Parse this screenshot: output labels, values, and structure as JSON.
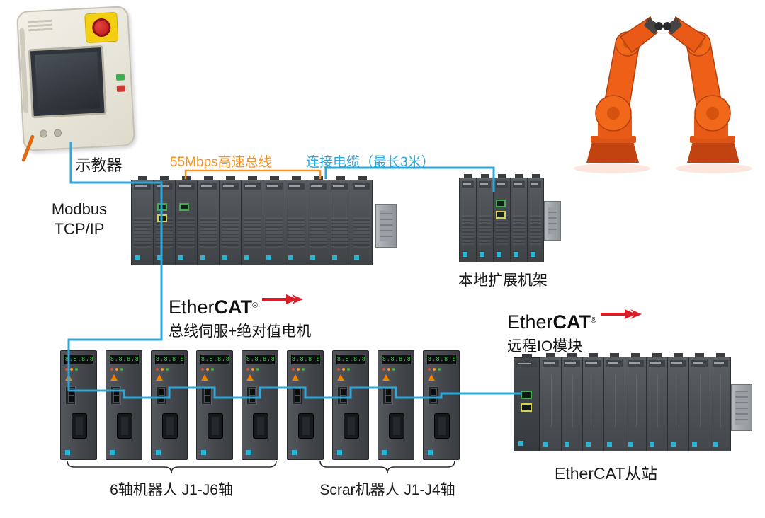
{
  "labels": {
    "teach_pendant": "示教器",
    "modbus_line1": "Modbus",
    "modbus_line2": "TCP/IP",
    "bus_speed": "55Mbps高速总线",
    "connect_cable": "连接电缆（最长3米）",
    "expansion_rack": "本地扩展机架",
    "ethercat_slave": "EtherCAT从站",
    "servo_group_6axis": "6轴机器人  J1-J6轴",
    "servo_group_scara": "Scrar机器人  J1-J4轴"
  },
  "ethercat_servo": {
    "brand_light": "Ether",
    "brand_bold": "CAT",
    "reg": "®",
    "subtitle": "总线伺服+绝对值电机"
  },
  "ethercat_io": {
    "brand_light": "Ether",
    "brand_bold": "CAT",
    "reg": "®",
    "subtitle": "远程IO模块"
  },
  "racks": {
    "main_rack": {
      "module_count": 11,
      "port_modules": [
        {
          "index": 1,
          "ports": 2
        },
        {
          "index": 2,
          "ports": 1
        }
      ]
    },
    "expansion_rack": {
      "module_count": 5,
      "port_modules": [
        {
          "index": 2,
          "ports": 2
        }
      ]
    },
    "servo_row": {
      "drive_count": 9,
      "display_text": "8.8.8.8"
    },
    "io_rack": {
      "module_count": 9,
      "coupler_ports": 2
    }
  },
  "colors": {
    "cable_blue": "#2da7dc",
    "bus_orange": "#f39322",
    "ethercat_red": "#d81e27",
    "robot_orange": "#e85a15",
    "accent_cyan": "#2ab5d8"
  }
}
